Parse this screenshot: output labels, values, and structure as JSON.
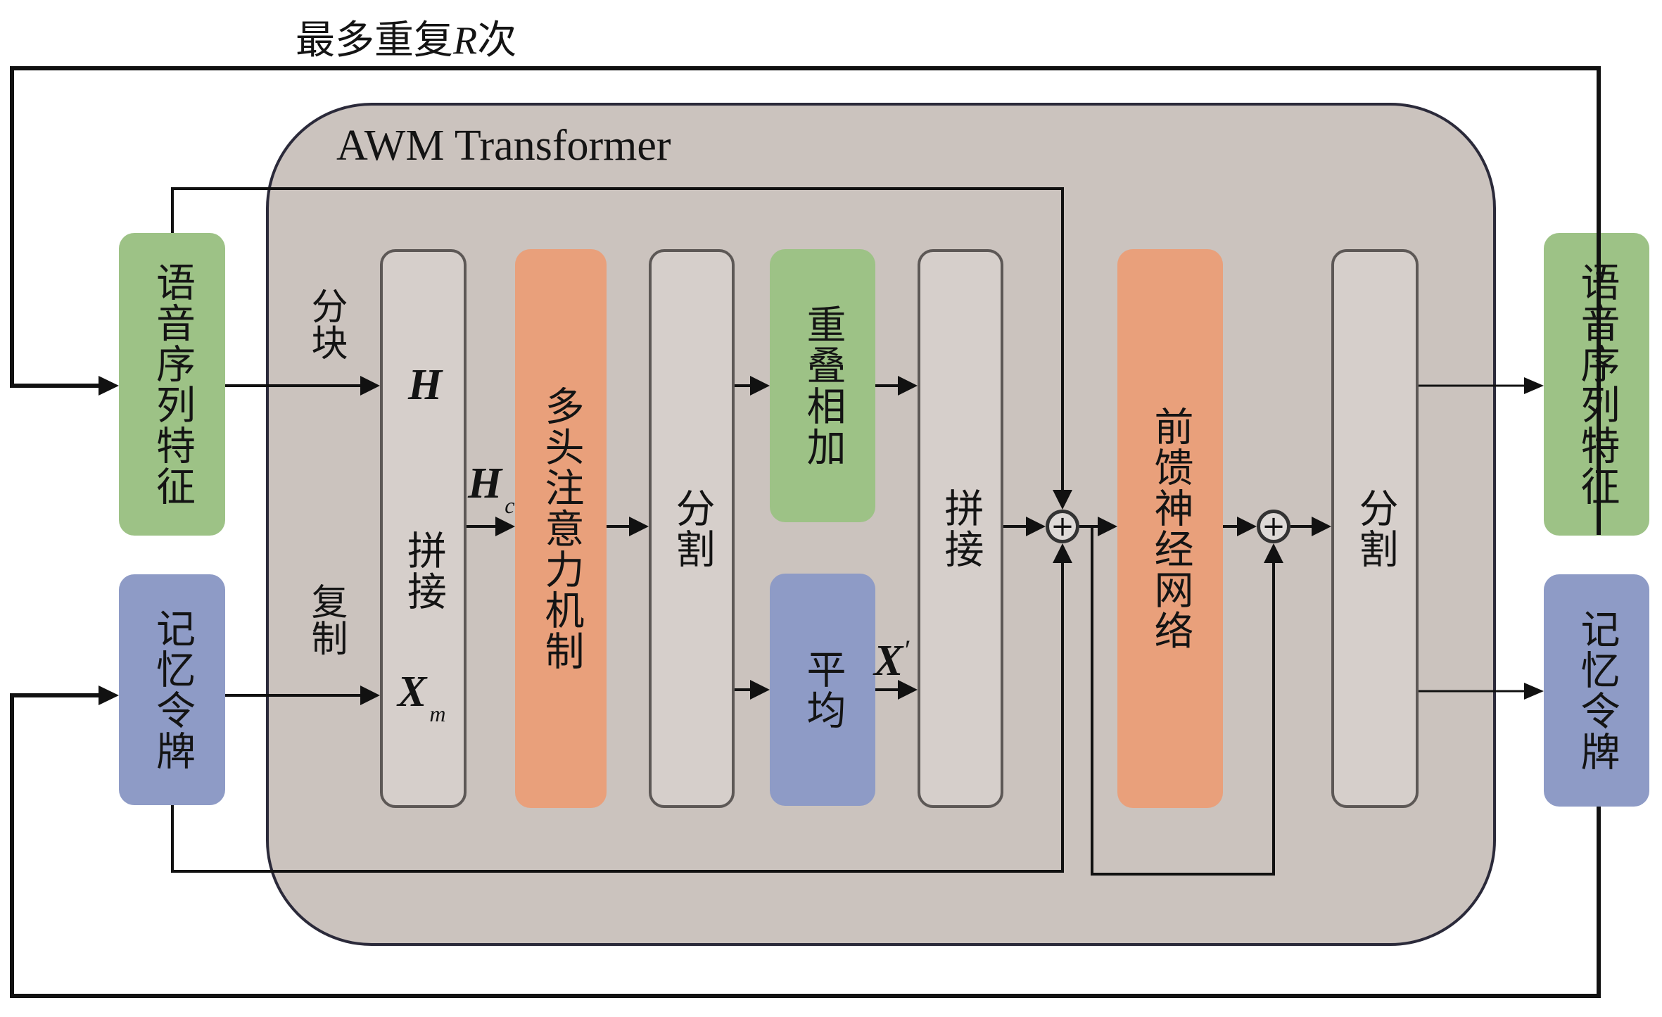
{
  "loop_label": {
    "prefix": "最多重复",
    "var": "R",
    "suffix": "次"
  },
  "container_title": "AWM Transformer",
  "inputs": {
    "speech_features": "语音序列特征",
    "memory_tokens": "记忆令牌"
  },
  "outputs": {
    "speech_features": "语音序列特征",
    "memory_tokens": "记忆令牌"
  },
  "edge_labels": {
    "chunk": "分块",
    "copy": "复制"
  },
  "math": {
    "H": "H",
    "Hc_base": "H",
    "Hc_sub": "c",
    "Xm_base": "X",
    "Xm_sub": "m",
    "Xp_base": "X",
    "Xp_prime": "′"
  },
  "blocks": {
    "concat1": "拼接",
    "mha": "多头注意力机制",
    "split1": "分割",
    "overlap_add": "重叠相加",
    "average": "平均",
    "concat2": "拼接",
    "ffn": "前馈神经网络",
    "split2": "分割"
  },
  "plus_symbol": "+",
  "colors": {
    "green": "#9dc286",
    "blue": "#8e9bc6",
    "orange": "#e9a07b",
    "gray_block": "#d6cfcb",
    "container": "#cbc3be"
  }
}
